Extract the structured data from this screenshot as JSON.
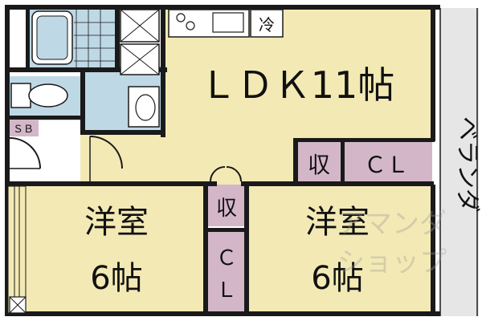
{
  "colors": {
    "wall": "#1a1a1a",
    "room_beige": "#f3e9b4",
    "wet_blue": "#bfd8e6",
    "storage_purple": "#d3b7c8",
    "balcony_gray": "#e6e6e6",
    "white": "#ffffff"
  },
  "rooms": {
    "ldk": {
      "label": "ＬＤＫ11帖"
    },
    "western_left": {
      "label_line1": "洋室",
      "label_line2": "6帖"
    },
    "western_right": {
      "label_line1": "洋室",
      "label_line2": "6帖"
    },
    "storage_upper": {
      "label": "収"
    },
    "closet_upper": {
      "label": "ＣＬ"
    },
    "storage_mid": {
      "label": "収"
    },
    "closet_lower": {
      "label_line1": "Ｃ",
      "label_line2": "Ｌ"
    },
    "shoe_box": {
      "label": "ＳＢ"
    },
    "fridge": {
      "label": "冷"
    },
    "balcony": {
      "label": "ベランダ"
    }
  },
  "watermark": {
    "line1": "アマンダ",
    "line2": "ショップ"
  }
}
